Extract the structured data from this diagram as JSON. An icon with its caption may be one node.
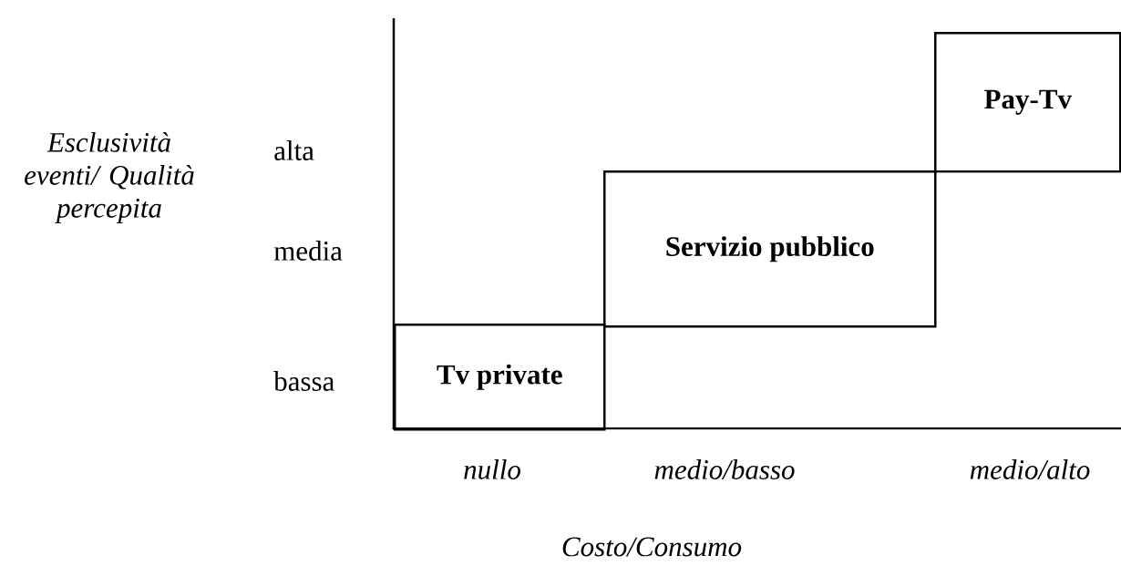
{
  "diagram": {
    "nodes": [
      {
        "text": [
          "Tv private"
        ]
      },
      {
        "text": [
          "Servizio pubblico"
        ]
      },
      {
        "text": [
          "Pay-Tv"
        ]
      }
    ],
    "labels": [
      "Esclusività eventi/ Qualità percepita",
      "alta",
      "media",
      "bassa",
      "nullo",
      "medio/basso",
      "medio/alto",
      "Costo/Consumo"
    ]
  }
}
